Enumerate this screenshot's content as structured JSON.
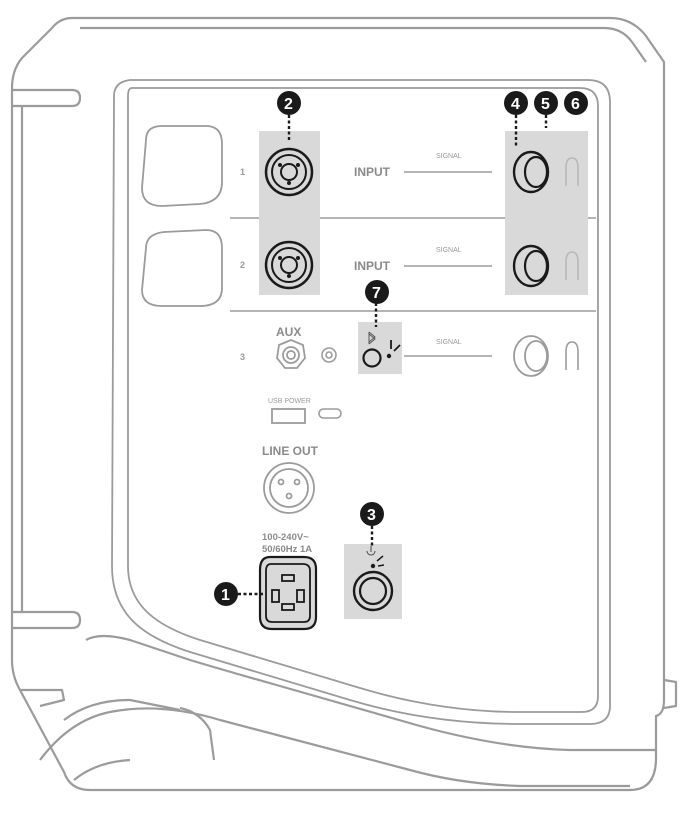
{
  "rows": [
    {
      "number": "1",
      "input_label": "INPUT",
      "signal_label": "SIGNAL"
    },
    {
      "number": "2",
      "input_label": "INPUT",
      "signal_label": "SIGNAL"
    },
    {
      "number": "3",
      "aux_label": "AUX",
      "signal_label": "SIGNAL"
    }
  ],
  "usb_power_label": "USB POWER",
  "line_out_label": "LINE OUT",
  "power_rating": {
    "line1": "100-240V~",
    "line2": "50/60Hz 1A"
  },
  "callouts": [
    "1",
    "2",
    "3",
    "4",
    "5",
    "6",
    "7"
  ],
  "colors": {
    "highlight": "#d9d9d9",
    "outline": "#9b9b9b",
    "dark": "#1a1a1a"
  }
}
